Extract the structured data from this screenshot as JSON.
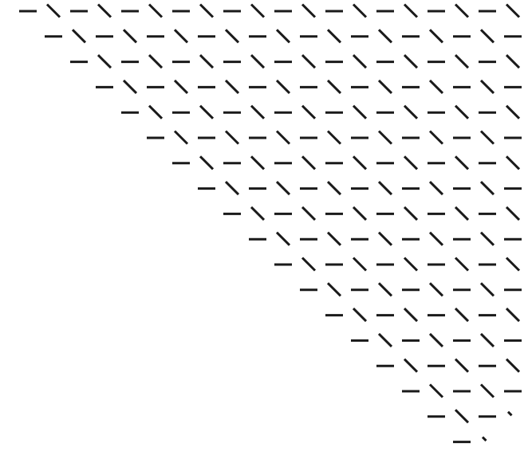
{
  "diagram": {
    "description_glyphs": {
      "-": "dash",
      "\\": "backslash",
      "`": "partial-backslash"
    },
    "stroke_color": "#1a1a1a",
    "background_color": "#ffffff",
    "rows": [
      "-\\-\\-\\-\\-\\-\\-\\-\\-\\-\\",
      "-\\-\\-\\-\\-\\-\\-\\-\\-\\-",
      "-\\-\\-\\-\\-\\-\\-\\-\\-\\",
      "-\\-\\-\\-\\-\\-\\-\\-\\-",
      "-\\-\\-\\-\\-\\-\\-\\-\\",
      "-\\-\\-\\-\\-\\-\\-\\-",
      "-\\-\\-\\-\\-\\-\\-\\",
      "-\\-\\-\\-\\-\\-\\-",
      "-\\-\\-\\-\\-\\-\\",
      "-\\-\\-\\-\\-\\-",
      "-\\-\\-\\-\\-\\",
      "-\\-\\-\\-\\-",
      "-\\-\\-\\-\\",
      "-\\-\\-\\-",
      "-\\-\\-\\",
      "-\\-\\-",
      "-\\-`",
      "-`"
    ]
  }
}
